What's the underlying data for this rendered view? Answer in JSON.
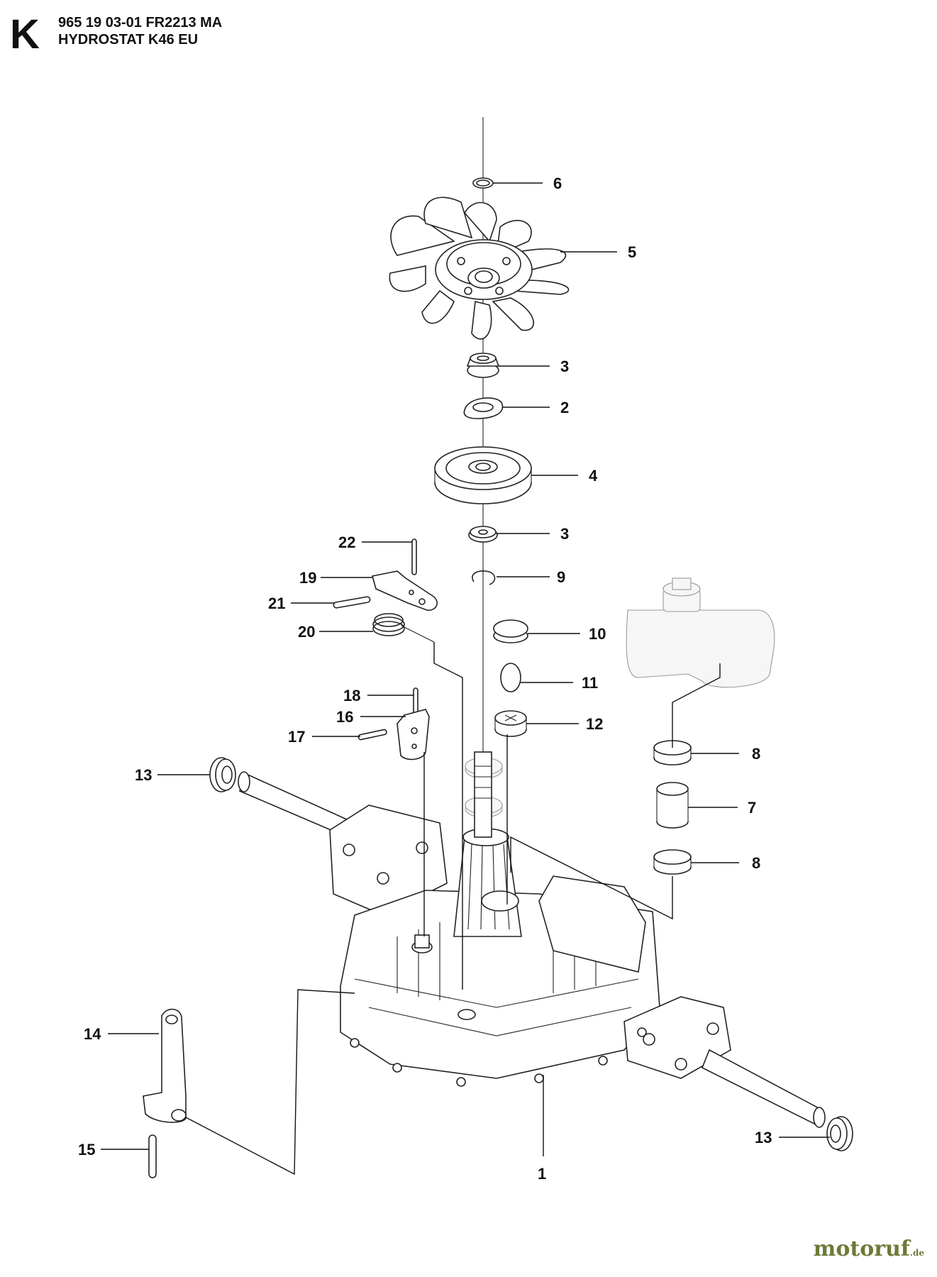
{
  "header": {
    "section_letter": "K",
    "line1": "965 19 03-01 FR2213 MA",
    "line2": "HYDROSTAT K46 EU"
  },
  "callouts": [
    {
      "id": "c-6",
      "label": "6"
    },
    {
      "id": "c-5",
      "label": "5"
    },
    {
      "id": "c-3a",
      "label": "3"
    },
    {
      "id": "c-2",
      "label": "2"
    },
    {
      "id": "c-4",
      "label": "4"
    },
    {
      "id": "c-3b",
      "label": "3"
    },
    {
      "id": "c-9",
      "label": "9"
    },
    {
      "id": "c-22",
      "label": "22"
    },
    {
      "id": "c-19",
      "label": "19"
    },
    {
      "id": "c-21",
      "label": "21"
    },
    {
      "id": "c-20",
      "label": "20"
    },
    {
      "id": "c-10",
      "label": "10"
    },
    {
      "id": "c-11",
      "label": "11"
    },
    {
      "id": "c-18",
      "label": "18"
    },
    {
      "id": "c-16",
      "label": "16"
    },
    {
      "id": "c-17",
      "label": "17"
    },
    {
      "id": "c-12",
      "label": "12"
    },
    {
      "id": "c-8a",
      "label": "8"
    },
    {
      "id": "c-13a",
      "label": "13"
    },
    {
      "id": "c-7",
      "label": "7"
    },
    {
      "id": "c-8b",
      "label": "8"
    },
    {
      "id": "c-14",
      "label": "14"
    },
    {
      "id": "c-15",
      "label": "15"
    },
    {
      "id": "c-1",
      "label": "1"
    },
    {
      "id": "c-13b",
      "label": "13"
    }
  ],
  "watermark": {
    "brand": "motoruf",
    "suffix": ".de"
  }
}
